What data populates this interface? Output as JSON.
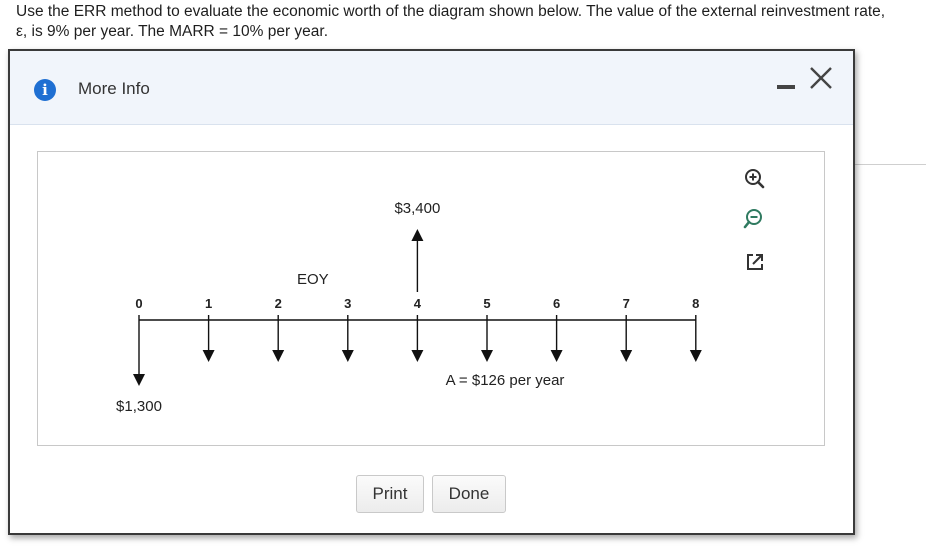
{
  "question": {
    "line1": "Use the ERR method to evaluate the economic worth of the diagram shown below. The value of the external reinvestment rate,",
    "line2": "ε, is 9% per year. The MARR = 10% per year."
  },
  "dialog": {
    "title": "More Info",
    "info_icon": "i",
    "minimize_icon": "minimize-icon",
    "close_icon": "close-icon"
  },
  "toolbar": {
    "zoom_in_icon": "zoom-in-icon",
    "zoom_out_icon": "zoom-out-icon",
    "popout_icon": "external-link-icon"
  },
  "diagram": {
    "axis_label": "EOY",
    "periods": [
      "0",
      "1",
      "2",
      "3",
      "4",
      "5",
      "6",
      "7",
      "8"
    ],
    "initial_cost": "$1,300",
    "inflow_label": "$3,400",
    "annuity_label": "A  =  $126 per year",
    "inflow_period": 4
  },
  "buttons": {
    "print": "Print",
    "done": "Done"
  }
}
